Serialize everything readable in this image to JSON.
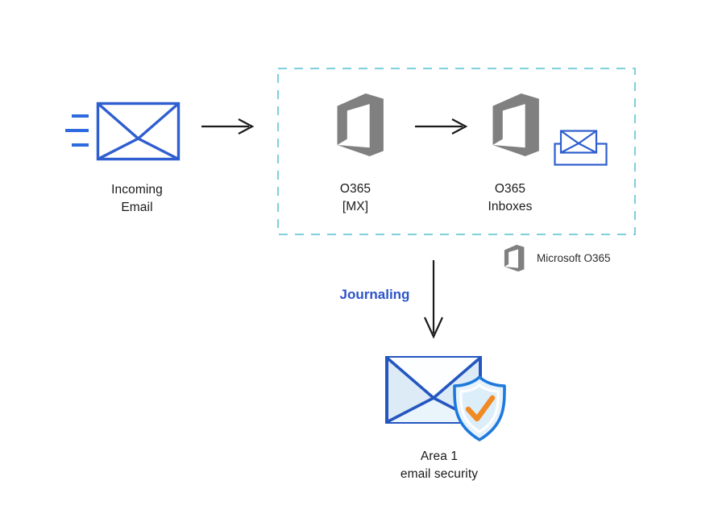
{
  "nodes": {
    "incoming": {
      "line1": "Incoming",
      "line2": "Email"
    },
    "o365_mx": {
      "line1": "O365",
      "line2": "[MX]"
    },
    "o365_inboxes": {
      "line1": "O365",
      "line2": "Inboxes"
    },
    "area1": {
      "line1": "Area 1",
      "line2": "email security"
    }
  },
  "labels": {
    "journaling": "Journaling",
    "legend": "Microsoft O365"
  },
  "icons": {
    "incoming_email": "envelope-with-speed-lines-icon",
    "o365": "office-logo-icon",
    "inbox": "inbox-tray-envelope-icon",
    "area1": "envelope-shield-check-icon"
  },
  "colors": {
    "envelope_blue": "#2e5ecf",
    "area1_envelope_blue": "#2456c0",
    "shield_blue": "#1e79dd",
    "light_blue_fill": "#dcebf6",
    "dashed_boundary_teal": "#7ed0dc",
    "office_logo_gray": "#808080",
    "check_orange": "#f08a24",
    "journaling_text_blue": "#2d53c8",
    "arrow_black": "#1a1a1a"
  }
}
